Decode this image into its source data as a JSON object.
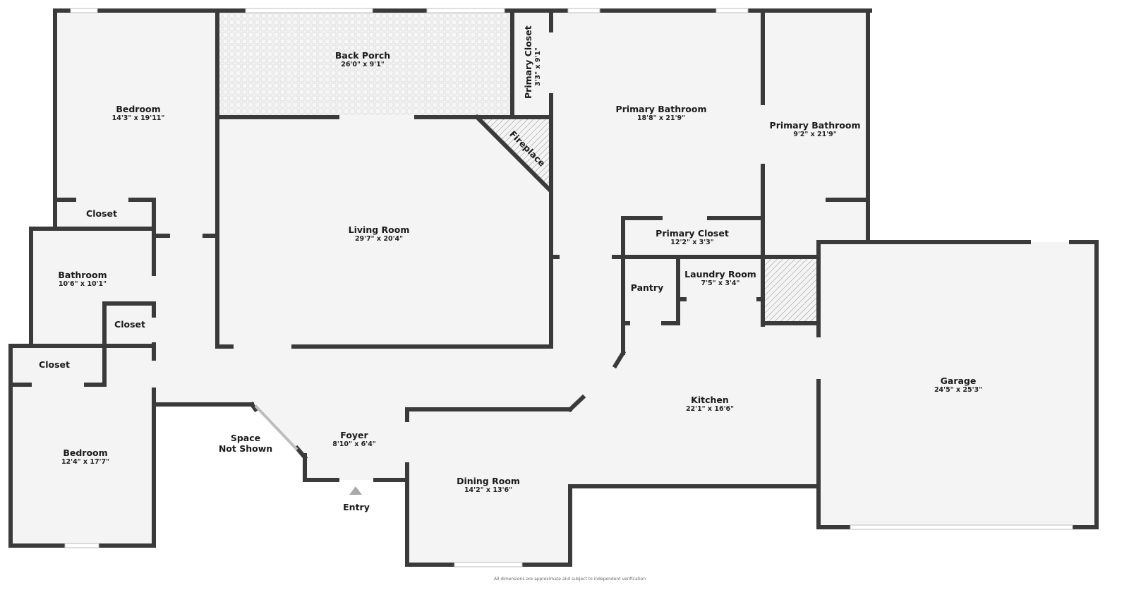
{
  "plan": {
    "wall_color": "#3a3a3a",
    "floor_color": "#f4f4f4",
    "hatch_color": "#8a8a8a",
    "rooms": [
      {
        "id": "bedroom_nw",
        "name": "Bedroom",
        "dims": "14'3\" x 19'11\""
      },
      {
        "id": "back_porch",
        "name": "Back Porch",
        "dims": "26'0\" x 9'1\""
      },
      {
        "id": "primary_closet_top",
        "name": "Primary Closet",
        "dims": "3'3\" x 9'1\""
      },
      {
        "id": "primary_bath_1",
        "name": "Primary Bathroom",
        "dims": "18'8\" x 21'9\""
      },
      {
        "id": "primary_bath_2",
        "name": "Primary Bathroom",
        "dims": "9'2\" x 21'9\""
      },
      {
        "id": "fireplace",
        "name": "Fireplace",
        "dims": ""
      },
      {
        "id": "closet_nw",
        "name": "Closet",
        "dims": ""
      },
      {
        "id": "living_room",
        "name": "Living Room",
        "dims": "29'7\" x 20'4\""
      },
      {
        "id": "primary_closet_mid",
        "name": "Primary Closet",
        "dims": "12'2\" x 3'3\""
      },
      {
        "id": "bathroom",
        "name": "Bathroom",
        "dims": "10'6\" x 10'1\""
      },
      {
        "id": "pantry",
        "name": "Pantry",
        "dims": ""
      },
      {
        "id": "laundry",
        "name": "Laundry Room",
        "dims": "7'5\" x 3'4\""
      },
      {
        "id": "closet_w",
        "name": "Closet",
        "dims": ""
      },
      {
        "id": "closet_sw",
        "name": "Closet",
        "dims": ""
      },
      {
        "id": "kitchen",
        "name": "Kitchen",
        "dims": "22'1\" x 16'6\""
      },
      {
        "id": "garage",
        "name": "Garage",
        "dims": "24'5\" x 25'3\""
      },
      {
        "id": "space_not_shown",
        "name": "Space\nNot Shown",
        "dims": ""
      },
      {
        "id": "foyer",
        "name": "Foyer",
        "dims": "8'10\" x 6'4\""
      },
      {
        "id": "bedroom_sw",
        "name": "Bedroom",
        "dims": "12'4\" x 17'7\""
      },
      {
        "id": "dining",
        "name": "Dining Room",
        "dims": "14'2\" x 13'6\""
      }
    ],
    "space_not_shown": {
      "line1": "Space",
      "line2": "Not Shown"
    },
    "entry": {
      "label": "Entry",
      "marker": "triangle-up-icon"
    },
    "disclaimer": "All dimensions are approximate and subject to independent verification"
  }
}
